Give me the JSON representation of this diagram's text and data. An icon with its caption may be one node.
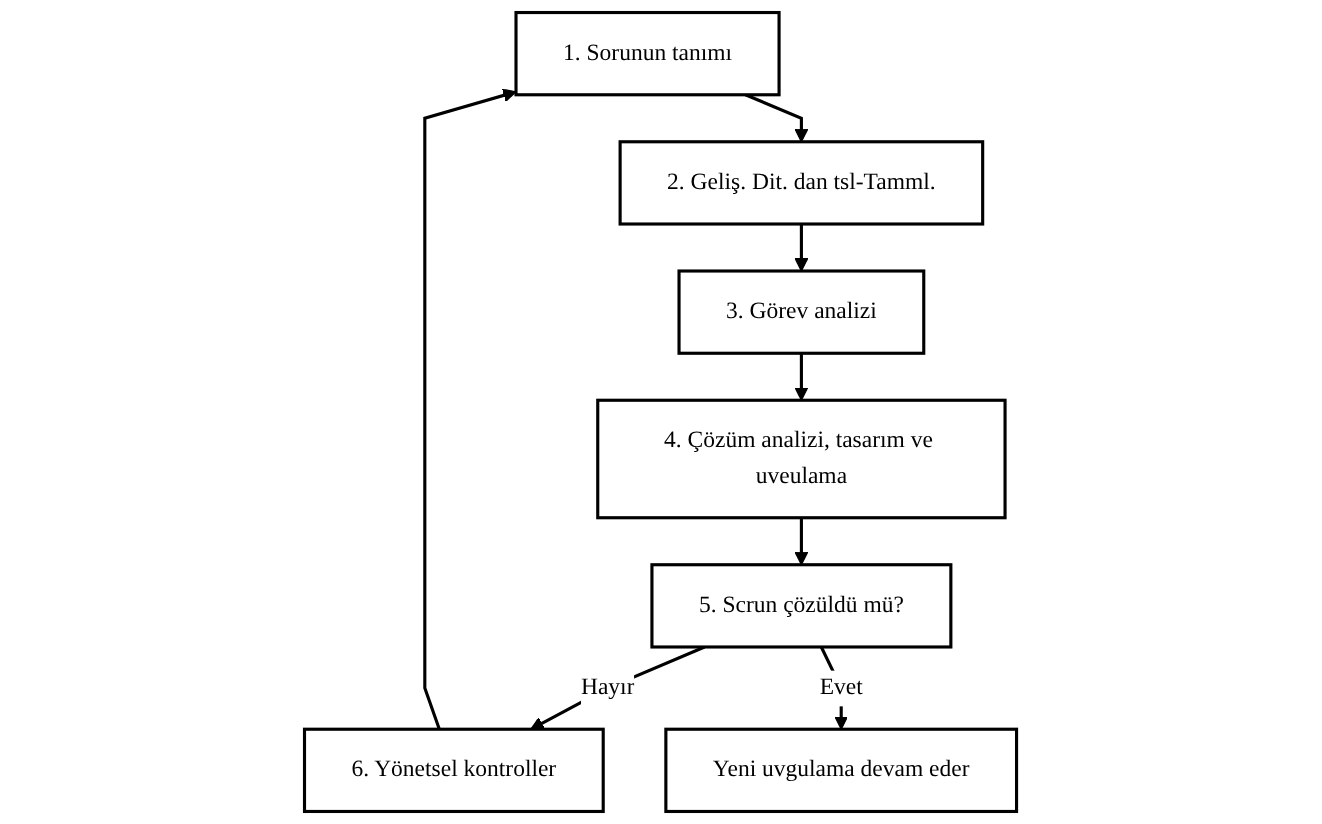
{
  "diagram": {
    "nodes": [
      {
        "text": [
          "1. Sorunun tanımı"
        ]
      },
      {
        "text": [
          "2. Geliş. Dit. dan tsl-Tamml."
        ]
      },
      {
        "text": [
          "3. Görev analizi"
        ]
      },
      {
        "text": [
          "4. Çözüm analizi, tasarım ve uveulama"
        ]
      },
      {
        "text": [
          "5. Scrun çözüldü mü?"
        ]
      },
      {
        "text": [
          "6. Yönetsel kontroller"
        ]
      },
      {
        "text": [
          "Yeni uvgulama devam eder"
        ]
      }
    ],
    "edges": [
      {
        "from": 0,
        "to": 1,
        "arrow": "to"
      },
      {
        "from": 1,
        "to": 2,
        "arrow": "to"
      },
      {
        "from": 2,
        "to": 3,
        "arrow": "to"
      },
      {
        "from": 3,
        "to": 4,
        "arrow": "to"
      },
      {
        "from": 4,
        "to": 5,
        "arrow": "to",
        "label": "Hayır"
      },
      {
        "from": 5,
        "to": 0,
        "arrow": "to"
      },
      {
        "from": 4,
        "to": 6,
        "arrow": "to",
        "label": "Evet"
      }
    ]
  }
}
